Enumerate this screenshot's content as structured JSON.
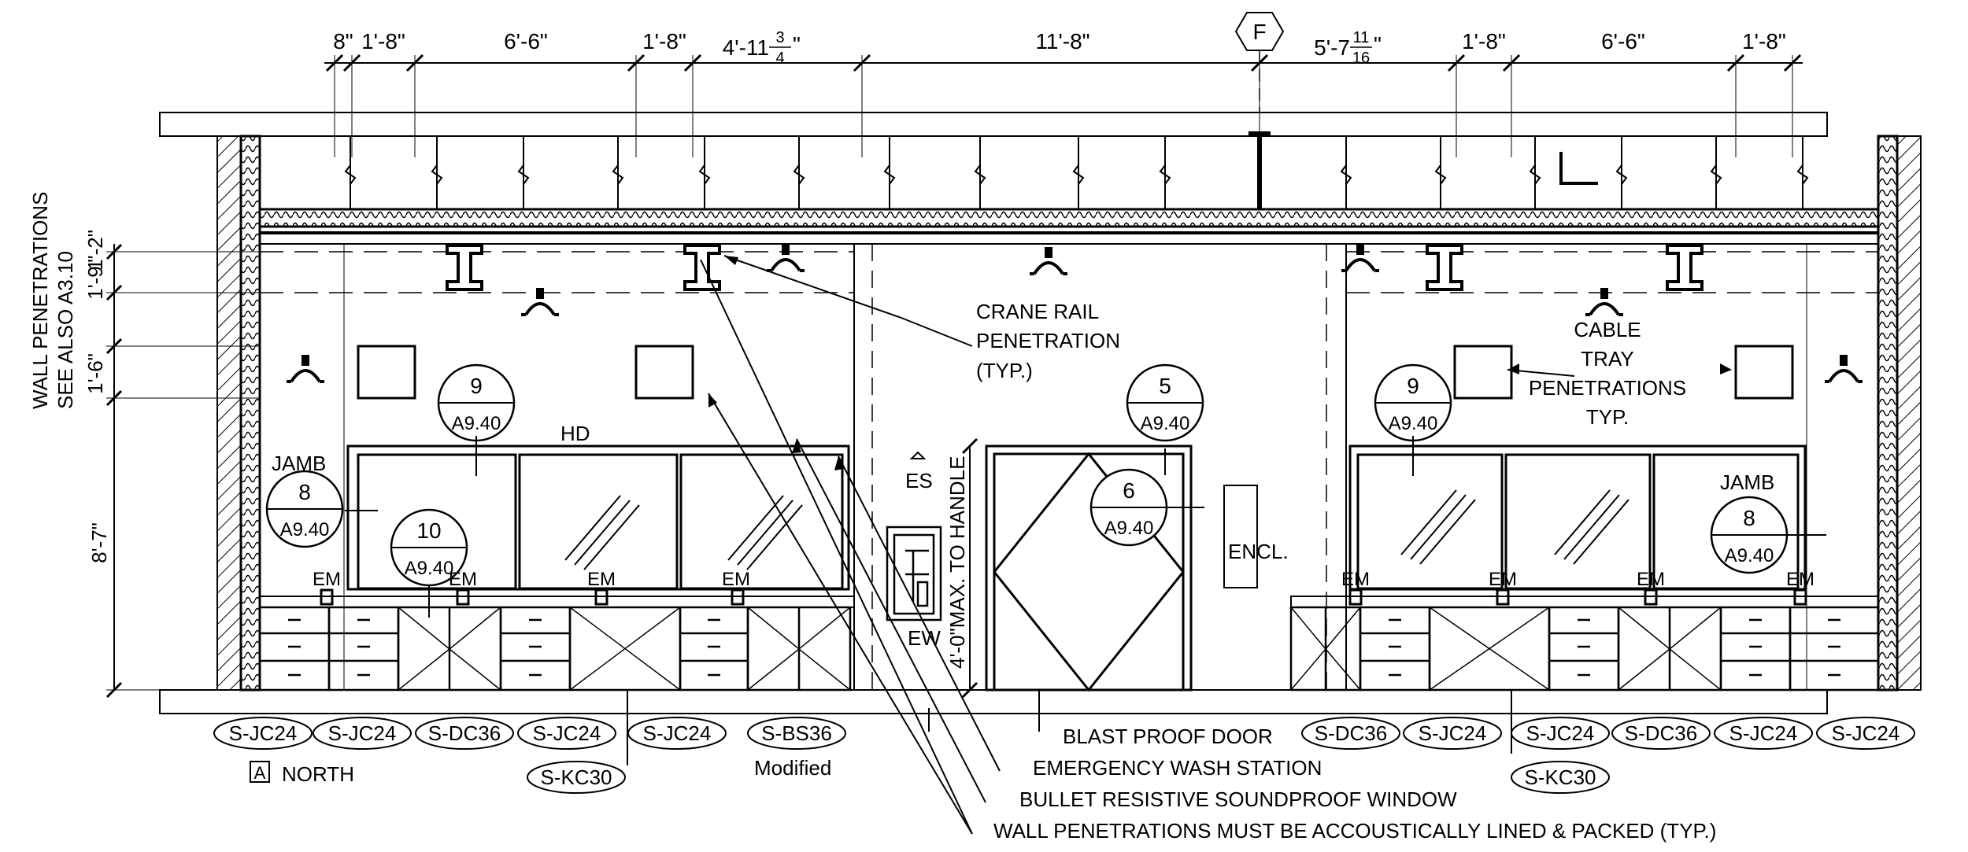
{
  "drawing": {
    "grid_bubble": "F",
    "elevation_label": "NORTH",
    "elevation_key": "A",
    "colors": {
      "line": "#000000",
      "background": "#ffffff"
    }
  },
  "dimensions": {
    "top": [
      {
        "main": "8\""
      },
      {
        "main": "1'-8\""
      },
      {
        "main": "6'-6\""
      },
      {
        "main": "1'-8\""
      },
      {
        "main": "4'-11",
        "num": "3",
        "den": "4",
        "suffix": "\""
      },
      {
        "main": "11'-8\""
      },
      {
        "main": "5'-7",
        "num": "11",
        "den": "16",
        "suffix": "\""
      },
      {
        "main": "1'-8\""
      },
      {
        "main": "6'-6\""
      },
      {
        "main": "1'-8\""
      }
    ],
    "left_dims": [
      "1'-2\"",
      "1'-9\"",
      "1'-6\"",
      "8'-7\""
    ],
    "left_note_1": "WALL PENETRATIONS",
    "left_note_2": "SEE ALSO A3.10",
    "door_height_dim": "4'-0\"MAX. TO HANDLE"
  },
  "detail_bubbles": [
    {
      "num": "9",
      "sheet": "A9.40"
    },
    {
      "num": "8",
      "sheet": "A9.40"
    },
    {
      "num": "10",
      "sheet": "A9.40"
    },
    {
      "num": "5",
      "sheet": "A9.40"
    },
    {
      "num": "6",
      "sheet": "A9.40"
    },
    {
      "num": "9",
      "sheet": "A9.40"
    },
    {
      "num": "8",
      "sheet": "A9.40"
    }
  ],
  "labels": {
    "hd": "HD",
    "jamb_left": "JAMB",
    "jamb_right": "JAMB",
    "em": "EM",
    "es": "ES",
    "ew": "EW",
    "encl": "ENCL.",
    "crane_rail": [
      "CRANE RAIL",
      "PENETRATION",
      "(TYP.)"
    ],
    "cable_tray": [
      "CABLE",
      "TRAY",
      "PENETRATIONS",
      "TYP."
    ],
    "modified": "Modified"
  },
  "casework_tags": {
    "left": [
      "S-JC24",
      "S-JC24",
      "S-DC36",
      "S-JC24",
      "S-JC24",
      "S-BS36"
    ],
    "left_lower": "S-KC30",
    "right": [
      "S-DC36",
      "S-JC24",
      "S-JC24",
      "S-DC36",
      "S-JC24",
      "S-JC24"
    ],
    "right_lower": "S-KC30"
  },
  "callouts": [
    "BLAST PROOF DOOR",
    "EMERGENCY WASH STATION",
    "BULLET RESISTIVE SOUNDPROOF WINDOW",
    "WALL PENETRATIONS MUST BE ACCOUSTICALLY LINED & PACKED (TYP.)"
  ]
}
